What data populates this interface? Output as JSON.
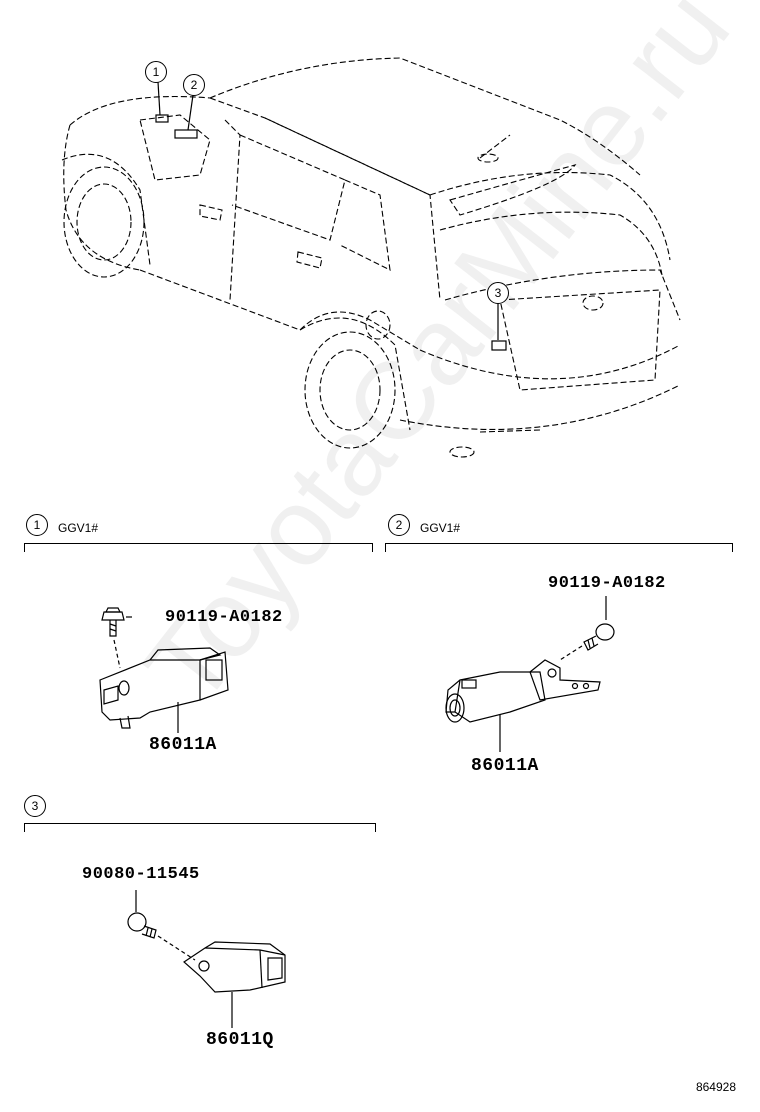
{
  "watermark": "ToyotaCarMine.ru",
  "overview": {
    "callouts": [
      "1",
      "2",
      "3"
    ]
  },
  "sections": [
    {
      "number": "1",
      "condition": "GGV1#",
      "parts": [
        {
          "label": "90119-A0182"
        },
        {
          "label": "86011A"
        }
      ]
    },
    {
      "number": "2",
      "condition": "GGV1#",
      "parts": [
        {
          "label": "90119-A0182"
        },
        {
          "label": "86011A"
        }
      ]
    },
    {
      "number": "3",
      "condition": "",
      "parts": [
        {
          "label": "90080-11545"
        },
        {
          "label": "86011Q"
        }
      ]
    }
  ],
  "document_number": "864928"
}
